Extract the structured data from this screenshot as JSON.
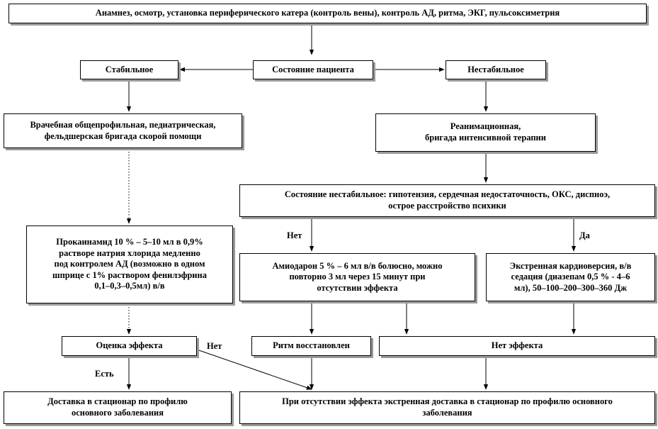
{
  "nodes": {
    "initial_exam": "Анамнез, осмотр, установка периферического катера (контроль вены),  контроль АД, ритма, ЭКГ, пульсоксиметрия",
    "patient_state": "Состояние пациента",
    "stable": "Стабильное",
    "unstable": "Нестабильное",
    "general_team": "Врачебная общепрофильная,  педиатрическая,\nфельдшерская  бригада скорой помощи",
    "icu_team": "Реанимационная,\nбригада интенсивной терапии",
    "unstable_condition": "Состояние нестабильное: гипотензия, сердечная недостаточность, ОКС, диспноэ,\nострое расстройство психики",
    "procainamide": "Прокаинамид  10 % – 5–10 мл в 0,9%\nрастворе натрия хлорида медленно\nпод контролем АД (возможно в одном\nшприце с 1% раствором фенилэфрина\n0,1–0,3–0,5мл) в/в",
    "amiodarone": "Амиодарон 5 % – 6 мл в/в болюсно, можно\nповторно 3 мл через 15 минут при\nотсутствии эффекта",
    "cardioversion": "Экстренная кардиоверсия, в/в\nседация (диазепам 0,5 % - 4–6\nмл), 50–100–200–300–360 Дж",
    "effect_assessment": "Оценка эффекта",
    "rhythm_restored": "Ритм восстановлен",
    "no_effect": "Нет эффекта",
    "delivery_left": "Доставка в стационар по профилю\nосновного заболевания",
    "delivery_right": "При отсутствии эффекта  экстренная доставка в стационар по профилю основного\nзаболевания"
  },
  "edge_labels": {
    "no_amiodarone": "Нет",
    "yes_cardioversion": "Да",
    "no_from_assessment": "Нет",
    "yes_from_assessment": "Есть"
  }
}
